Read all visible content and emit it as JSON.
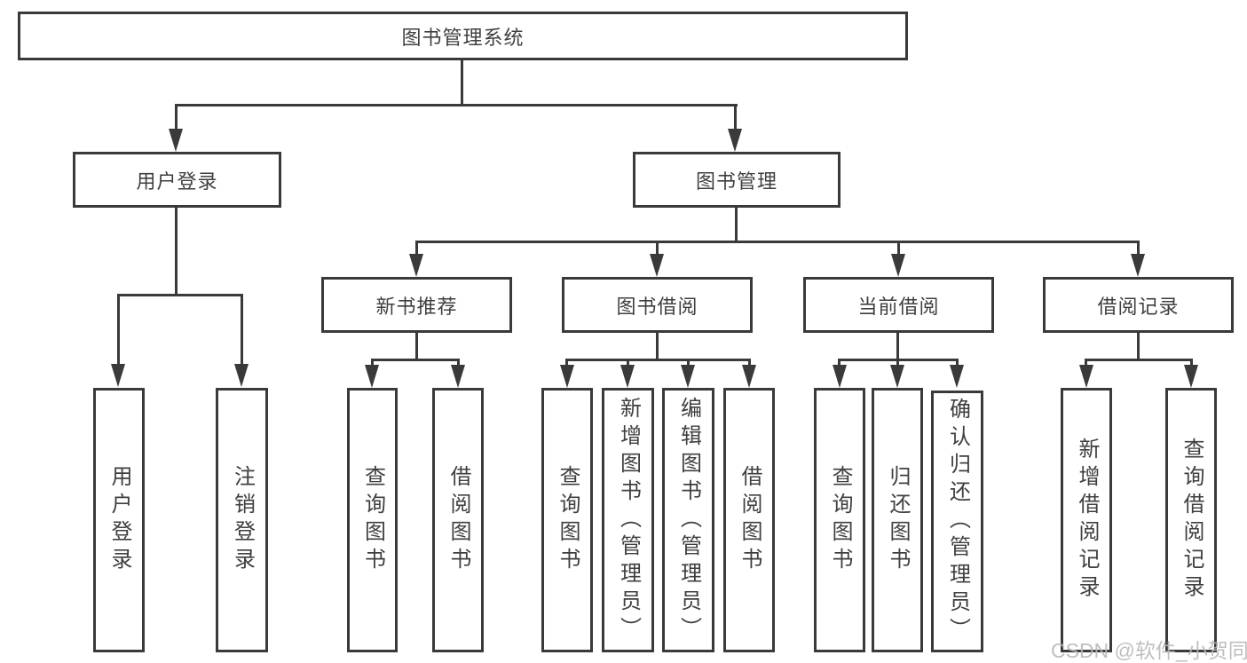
{
  "colors": {
    "line": "#3a3a3a",
    "text": "#3f3f3f",
    "background": "#ffffff",
    "watermark": "#b9b9b9"
  },
  "watermark": {
    "text": "CSDN @软件_小贺同学"
  },
  "diagram": {
    "type": "hierarchy-tree",
    "root": {
      "label": "图书管理系统"
    },
    "branches": [
      {
        "label": "用户登录",
        "children": [
          {
            "label": "用户登录"
          },
          {
            "label": "注销登录"
          }
        ]
      },
      {
        "label": "图书管理",
        "children": [
          {
            "label": "新书推荐",
            "children": [
              {
                "label": "查询图书"
              },
              {
                "label": "借阅图书"
              }
            ]
          },
          {
            "label": "图书借阅",
            "children": [
              {
                "label": "查询图书"
              },
              {
                "label": "新增图书（管理员）"
              },
              {
                "label": "编辑图书（管理员）"
              },
              {
                "label": "借阅图书"
              }
            ]
          },
          {
            "label": "当前借阅",
            "children": [
              {
                "label": "查询图书"
              },
              {
                "label": "归还图书"
              },
              {
                "label": "确认归还（管理员）"
              }
            ]
          },
          {
            "label": "借阅记录",
            "children": [
              {
                "label": "新增借阅记录"
              },
              {
                "label": "查询借阅记录"
              }
            ]
          }
        ]
      }
    ]
  }
}
